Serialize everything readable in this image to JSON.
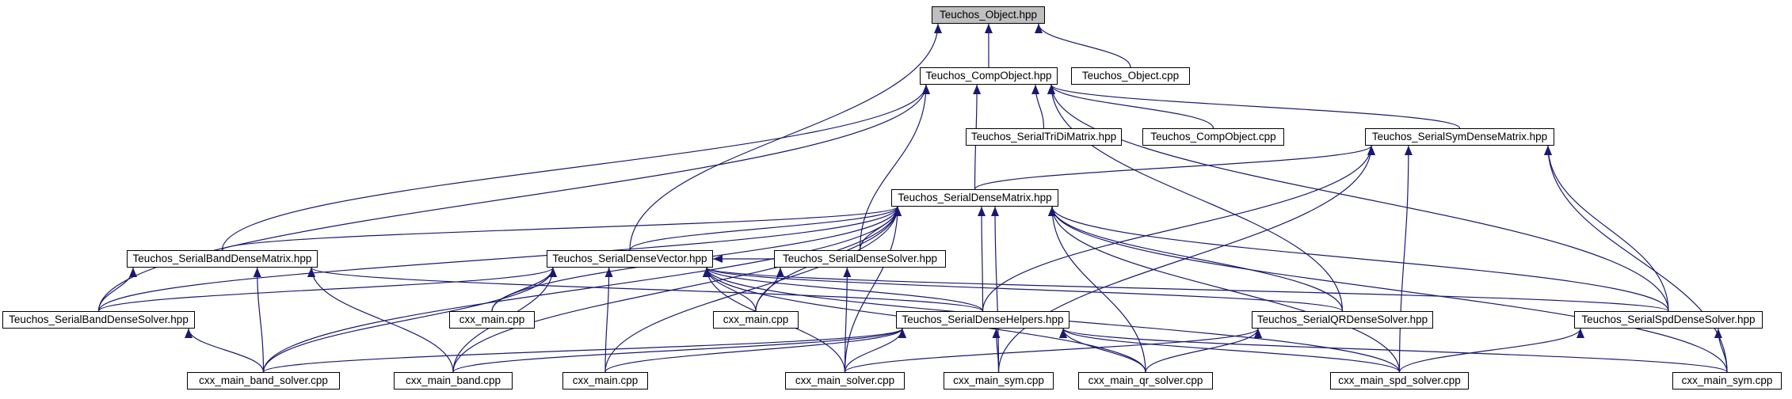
{
  "diagram": {
    "title": "",
    "edge_color": "#191970",
    "nodes": [
      {
        "id": "object_hpp",
        "label": "Teuchos_Object.hpp",
        "highlighted": true
      },
      {
        "id": "compobject_hpp",
        "label": "Teuchos_CompObject.hpp"
      },
      {
        "id": "object_cpp",
        "label": "Teuchos_Object.cpp"
      },
      {
        "id": "tridi_hpp",
        "label": "Teuchos_SerialTriDiMatrix.hpp"
      },
      {
        "id": "compobject_cpp",
        "label": "Teuchos_CompObject.cpp"
      },
      {
        "id": "symdense_hpp",
        "label": "Teuchos_SerialSymDenseMatrix.hpp"
      },
      {
        "id": "densematrix_hpp",
        "label": "Teuchos_SerialDenseMatrix.hpp"
      },
      {
        "id": "banddense_hpp",
        "label": "Teuchos_SerialBandDenseMatrix.hpp"
      },
      {
        "id": "densevector_hpp",
        "label": "Teuchos_SerialDenseVector.hpp"
      },
      {
        "id": "densesolver_hpp",
        "label": "Teuchos_SerialDenseSolver.hpp"
      },
      {
        "id": "bandsolver_hpp",
        "label": "Teuchos_SerialBandDenseSolver.hpp"
      },
      {
        "id": "cxx_main_a",
        "label": "cxx_main.cpp"
      },
      {
        "id": "cxx_main_b",
        "label": "cxx_main.cpp"
      },
      {
        "id": "densehelpers_hpp",
        "label": "Teuchos_SerialDenseHelpers.hpp"
      },
      {
        "id": "qrsolver_hpp",
        "label": "Teuchos_SerialQRDenseSolver.hpp"
      },
      {
        "id": "spdsolver_hpp",
        "label": "Teuchos_SerialSpdDenseSolver.hpp"
      },
      {
        "id": "band_solver_cpp",
        "label": "cxx_main_band_solver.cpp"
      },
      {
        "id": "band_cpp",
        "label": "cxx_main_band.cpp"
      },
      {
        "id": "cxx_main_c",
        "label": "cxx_main.cpp"
      },
      {
        "id": "solver_cpp",
        "label": "cxx_main_solver.cpp"
      },
      {
        "id": "sym_cpp_a",
        "label": "cxx_main_sym.cpp"
      },
      {
        "id": "qr_solver_cpp",
        "label": "cxx_main_qr_solver.cpp"
      },
      {
        "id": "spd_solver_cpp",
        "label": "cxx_main_spd_solver.cpp"
      },
      {
        "id": "sym_cpp_b",
        "label": "cxx_main_sym.cpp"
      }
    ],
    "edges": [
      {
        "from": "compobject_hpp",
        "to": "object_hpp"
      },
      {
        "from": "object_cpp",
        "to": "object_hpp"
      },
      {
        "from": "densevector_hpp",
        "to": "object_hpp"
      },
      {
        "from": "tridi_hpp",
        "to": "compobject_hpp"
      },
      {
        "from": "compobject_cpp",
        "to": "compobject_hpp"
      },
      {
        "from": "symdense_hpp",
        "to": "compobject_hpp"
      },
      {
        "from": "densematrix_hpp",
        "to": "compobject_hpp"
      },
      {
        "from": "banddense_hpp",
        "to": "compobject_hpp"
      },
      {
        "from": "bandsolver_hpp",
        "to": "compobject_hpp"
      },
      {
        "from": "densesolver_hpp",
        "to": "compobject_hpp"
      },
      {
        "from": "qrsolver_hpp",
        "to": "compobject_hpp"
      },
      {
        "from": "spdsolver_hpp",
        "to": "compobject_hpp"
      },
      {
        "from": "densematrix_hpp",
        "to": "symdense_hpp"
      },
      {
        "from": "densehelpers_hpp",
        "to": "symdense_hpp"
      },
      {
        "from": "spdsolver_hpp",
        "to": "symdense_hpp"
      },
      {
        "from": "spd_solver_cpp",
        "to": "symdense_hpp"
      },
      {
        "from": "sym_cpp_a",
        "to": "symdense_hpp"
      },
      {
        "from": "sym_cpp_b",
        "to": "symdense_hpp"
      },
      {
        "from": "banddense_hpp",
        "to": "densematrix_hpp"
      },
      {
        "from": "bandsolver_hpp",
        "to": "densematrix_hpp"
      },
      {
        "from": "densevector_hpp",
        "to": "densematrix_hpp"
      },
      {
        "from": "densesolver_hpp",
        "to": "densematrix_hpp"
      },
      {
        "from": "cxx_main_a",
        "to": "densematrix_hpp"
      },
      {
        "from": "cxx_main_b",
        "to": "densematrix_hpp"
      },
      {
        "from": "densehelpers_hpp",
        "to": "densematrix_hpp"
      },
      {
        "from": "qrsolver_hpp",
        "to": "densematrix_hpp"
      },
      {
        "from": "spdsolver_hpp",
        "to": "densematrix_hpp"
      },
      {
        "from": "band_solver_cpp",
        "to": "densematrix_hpp"
      },
      {
        "from": "band_cpp",
        "to": "densematrix_hpp"
      },
      {
        "from": "cxx_main_c",
        "to": "densematrix_hpp"
      },
      {
        "from": "solver_cpp",
        "to": "densematrix_hpp"
      },
      {
        "from": "sym_cpp_a",
        "to": "densematrix_hpp"
      },
      {
        "from": "qr_solver_cpp",
        "to": "densematrix_hpp"
      },
      {
        "from": "spd_solver_cpp",
        "to": "densematrix_hpp"
      },
      {
        "from": "sym_cpp_b",
        "to": "densematrix_hpp"
      },
      {
        "from": "bandsolver_hpp",
        "to": "banddense_hpp"
      },
      {
        "from": "densehelpers_hpp",
        "to": "banddense_hpp"
      },
      {
        "from": "band_solver_cpp",
        "to": "banddense_hpp"
      },
      {
        "from": "band_cpp",
        "to": "banddense_hpp"
      },
      {
        "from": "bandsolver_hpp",
        "to": "densevector_hpp"
      },
      {
        "from": "densesolver_hpp",
        "to": "densevector_hpp"
      },
      {
        "from": "cxx_main_a",
        "to": "densevector_hpp"
      },
      {
        "from": "cxx_main_b",
        "to": "densevector_hpp"
      },
      {
        "from": "densehelpers_hpp",
        "to": "densevector_hpp"
      },
      {
        "from": "qrsolver_hpp",
        "to": "densevector_hpp"
      },
      {
        "from": "spdsolver_hpp",
        "to": "densevector_hpp"
      },
      {
        "from": "band_solver_cpp",
        "to": "densevector_hpp"
      },
      {
        "from": "band_cpp",
        "to": "densevector_hpp"
      },
      {
        "from": "cxx_main_c",
        "to": "densevector_hpp"
      },
      {
        "from": "solver_cpp",
        "to": "densevector_hpp"
      },
      {
        "from": "qr_solver_cpp",
        "to": "densevector_hpp"
      },
      {
        "from": "spd_solver_cpp",
        "to": "densevector_hpp"
      },
      {
        "from": "cxx_main_b",
        "to": "densesolver_hpp"
      },
      {
        "from": "solver_cpp",
        "to": "densesolver_hpp"
      },
      {
        "from": "band_solver_cpp",
        "to": "bandsolver_hpp"
      },
      {
        "from": "band_solver_cpp",
        "to": "densehelpers_hpp"
      },
      {
        "from": "band_cpp",
        "to": "densehelpers_hpp"
      },
      {
        "from": "cxx_main_c",
        "to": "densehelpers_hpp"
      },
      {
        "from": "solver_cpp",
        "to": "densehelpers_hpp"
      },
      {
        "from": "sym_cpp_a",
        "to": "densehelpers_hpp"
      },
      {
        "from": "qr_solver_cpp",
        "to": "densehelpers_hpp"
      },
      {
        "from": "spd_solver_cpp",
        "to": "densehelpers_hpp"
      },
      {
        "from": "sym_cpp_b",
        "to": "densehelpers_hpp"
      },
      {
        "from": "solver_cpp",
        "to": "qrsolver_hpp"
      },
      {
        "from": "qr_solver_cpp",
        "to": "qrsolver_hpp"
      },
      {
        "from": "spd_solver_cpp",
        "to": "spdsolver_hpp"
      },
      {
        "from": "sym_cpp_b",
        "to": "spdsolver_hpp"
      }
    ]
  }
}
